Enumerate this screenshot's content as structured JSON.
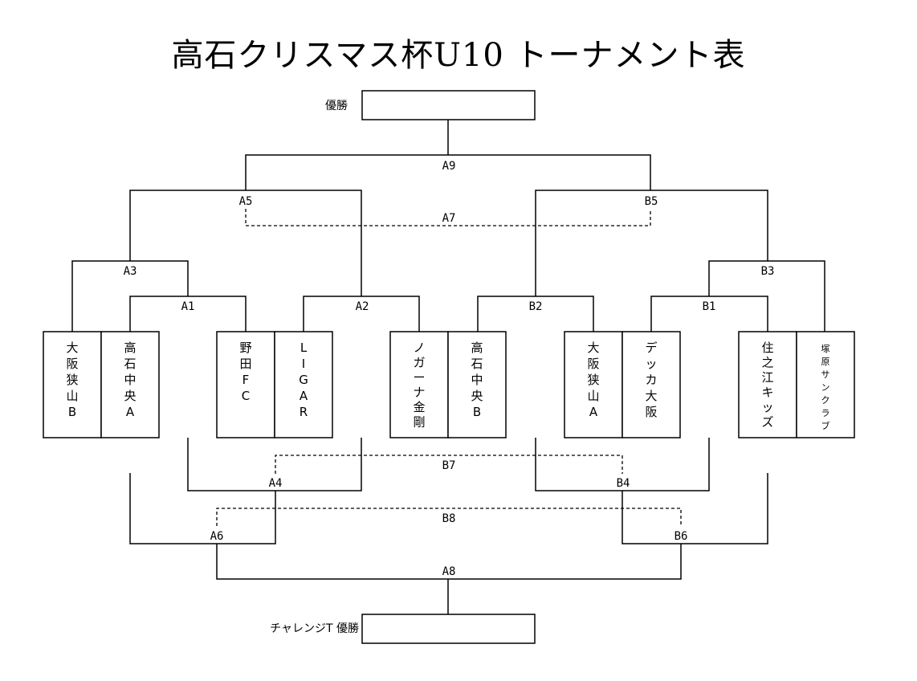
{
  "title": "高石クリスマス杯U10 トーナメント表",
  "winner_label": "優勝",
  "challenge_label": "チャレンジT 優勝",
  "matches": {
    "A9": "A9",
    "A5": "A5",
    "B5": "B5",
    "A7": "A7",
    "A3": "A3",
    "B3": "B3",
    "A1": "A1",
    "A2": "A2",
    "B2": "B2",
    "B1": "B1",
    "B7": "B7",
    "A4": "A4",
    "B4": "B4",
    "B8": "B8",
    "A6": "A6",
    "B6": "B6",
    "A8": "A8"
  },
  "teams": [
    {
      "name": "大阪狭山B",
      "chars": [
        "大",
        "阪",
        "狭",
        "山",
        "B"
      ]
    },
    {
      "name": "高石中央A",
      "chars": [
        "高",
        "石",
        "中",
        "央",
        "A"
      ]
    },
    {
      "name": "野田FC",
      "chars": [
        "野",
        "田",
        "F",
        "C"
      ]
    },
    {
      "name": "LIGAR",
      "chars": [
        "L",
        "I",
        "G",
        "A",
        "R"
      ]
    },
    {
      "name": "ノガーナ金剛",
      "chars": [
        "ノ",
        "ガ",
        "ー",
        "ナ",
        "金",
        "剛"
      ]
    },
    {
      "name": "高石中央B",
      "chars": [
        "高",
        "石",
        "中",
        "央",
        "B"
      ]
    },
    {
      "name": "大阪狭山A",
      "chars": [
        "大",
        "阪",
        "狭",
        "山",
        "A"
      ]
    },
    {
      "name": "デッカ大阪",
      "chars": [
        "デ",
        "ッ",
        "カ",
        "大",
        "阪"
      ]
    },
    {
      "name": "住之江キッズ",
      "chars": [
        "住",
        "之",
        "江",
        "キ",
        "ッ",
        "ズ"
      ]
    },
    {
      "name": "塚原サンクラブ",
      "chars": [
        "塚",
        "原",
        "サ",
        "ン",
        "ク",
        "ラ",
        "ブ"
      ]
    }
  ]
}
